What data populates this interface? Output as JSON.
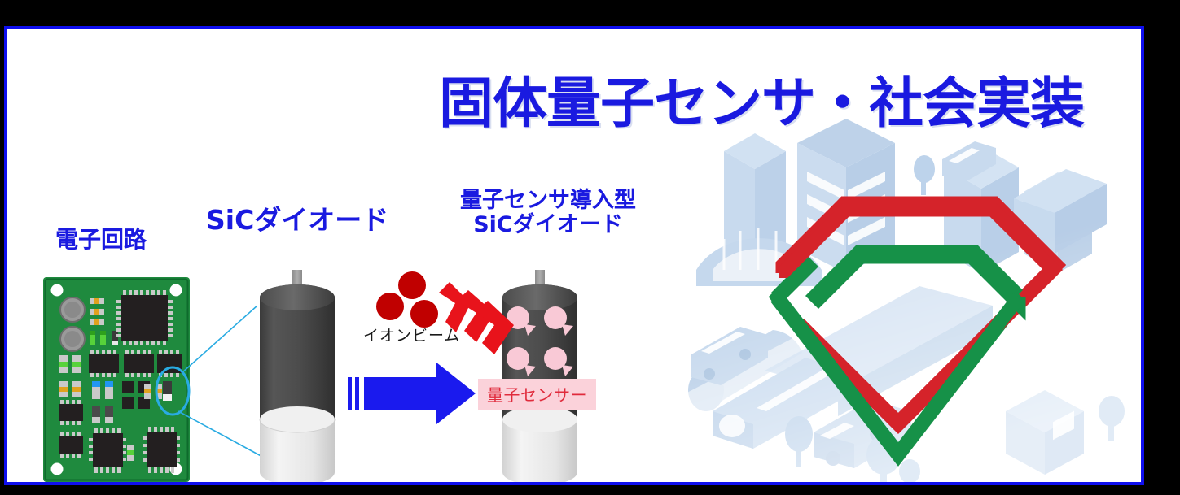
{
  "slide": {
    "title": "固体量子センサ・社会実装",
    "border_color": "#0f0fef",
    "background_color": "#ffffff",
    "title_color": "#1a1ae0"
  },
  "labels": {
    "circuit": "電子回路",
    "diode": "SiCダイオード",
    "quantum_diode_line1": "量子センサ導入型",
    "quantum_diode_line2": "SiCダイオード",
    "ion_beam": "イオンビーム",
    "quantum_sensor_badge": "量子センサー"
  },
  "colors": {
    "title_blue": "#1a1ae0",
    "pcb_green": "#1f8a3e",
    "diode_body": "#4a4a4a",
    "diode_band": "#e8e8e8",
    "ion_red": "#c00000",
    "arrow_red": "#e8131b",
    "arrow_blue": "#1a1aee",
    "spin_pink": "#f9c9d6",
    "badge_bg": "#fbd2da",
    "badge_text": "#e02b3c",
    "callout_cyan": "#29abe2",
    "logo_red": "#d5232a",
    "logo_green": "#169148",
    "city_blue": "#c3d7ee"
  },
  "icons": {
    "ion_beam_chevrons": "chevron-triple-icon",
    "process_arrow": "arrow-right-icon",
    "logo": "diamond-spiral-logo",
    "callout": "callout-ellipse-icon",
    "spins": "spin-qubit-icon"
  }
}
